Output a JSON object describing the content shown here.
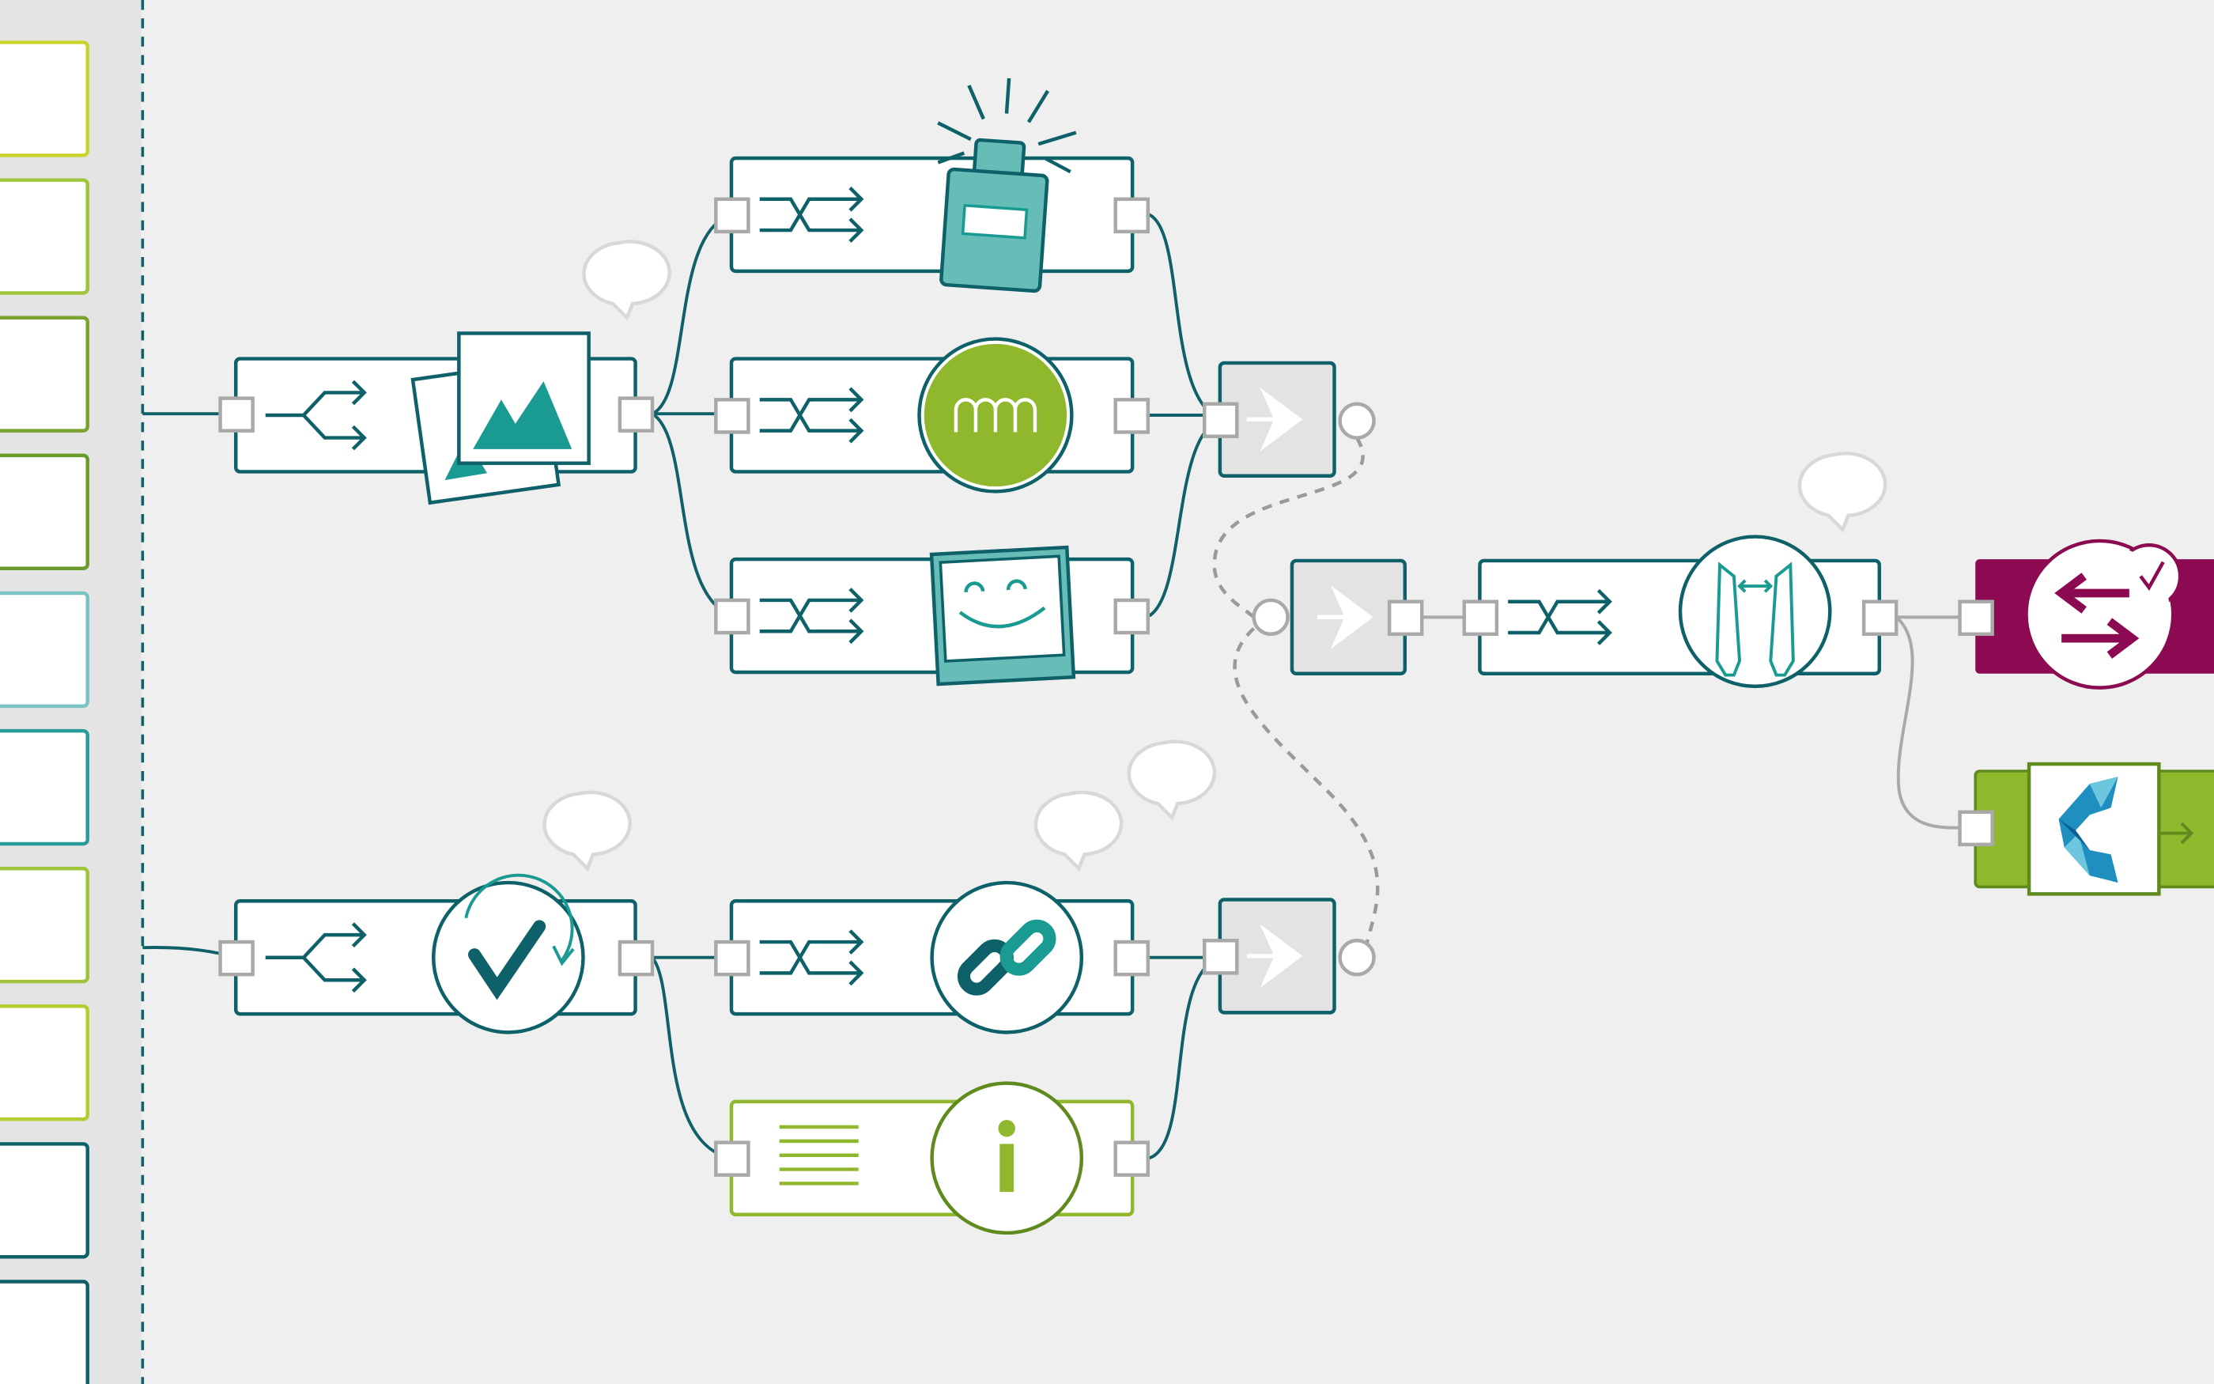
{
  "colors": {
    "background": "#efefef",
    "sidebar": "#e4e4e4",
    "teal_dark": "#0e6168",
    "teal": "#1a9b92",
    "teal_light": "#66bdb8",
    "lime": "#8fb82c",
    "magenta": "#8c0a52",
    "port_gray": "#a9a9a9",
    "merge_gray": "#e3e3e3"
  },
  "sidebar": {
    "slot_colors": [
      "#c8d42a",
      "#9fc43a",
      "#7aa22e",
      "#6a9a2a",
      "#7cc3c4",
      "#2a9a9a",
      "#9fc43a",
      "#b6cc2e",
      "#0e6168",
      "#0e6168"
    ]
  },
  "nodes": [
    {
      "id": "image-source",
      "icon": "image-stack-icon"
    },
    {
      "id": "bottle-step",
      "icon": "bottle-icon"
    },
    {
      "id": "mm-step",
      "icon": "mm-circle-icon"
    },
    {
      "id": "photo-step",
      "icon": "smile-photo-icon"
    },
    {
      "id": "merge-1",
      "icon": "merge-arrow-icon"
    },
    {
      "id": "merge-2",
      "icon": "merge-arrow-icon"
    },
    {
      "id": "calipers-step",
      "icon": "calipers-icon"
    },
    {
      "id": "sync-output",
      "icon": "swap-arrows-check-icon"
    },
    {
      "id": "c-output",
      "icon": "polygon-c-logo-icon"
    },
    {
      "id": "validate-source",
      "icon": "check-cycle-icon"
    },
    {
      "id": "link-step",
      "icon": "chain-link-icon"
    },
    {
      "id": "info-step",
      "icon": "info-icon"
    },
    {
      "id": "merge-3",
      "icon": "merge-arrow-icon"
    }
  ]
}
